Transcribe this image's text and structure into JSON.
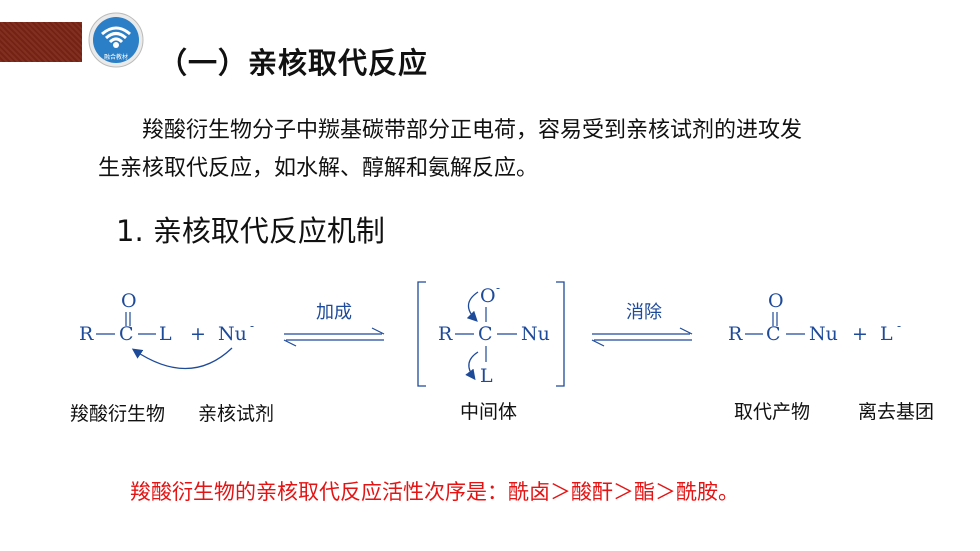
{
  "header": {
    "title": "（一）亲核取代反应",
    "logo_text": "融合教材"
  },
  "body": {
    "para_line1": "羧酸衍生物分子中羰基碳带部分正电荷，容易受到亲核试剂的进攻发",
    "para_line2": "生亲核取代反应，如水解、醇解和氨解反应。",
    "subheading": "1. 亲核取代反应机制"
  },
  "scheme": {
    "reactant": {
      "o": "O",
      "r": "R",
      "c": "C",
      "l": "L",
      "plus": "+",
      "nu": "Nu",
      "charge": "-"
    },
    "step1": "加成",
    "intermediate": {
      "o": "O",
      "charge": "-",
      "r": "R",
      "c": "C",
      "nu": "Nu",
      "l": "L"
    },
    "step2": "消除",
    "product": {
      "o": "O",
      "r": "R",
      "c": "C",
      "nu": "Nu",
      "plus": "+",
      "l": "L",
      "charge": "-"
    },
    "labels": {
      "acid_derivative": "羧酸衍生物",
      "nucleophile": "亲核试剂",
      "intermediate": "中间体",
      "product": "取代产物",
      "leaving_group": "离去基团"
    }
  },
  "conclusion": "羧酸衍生物的亲核取代反应活性次序是：酰卤＞酸酐＞酯＞酰胺。"
}
